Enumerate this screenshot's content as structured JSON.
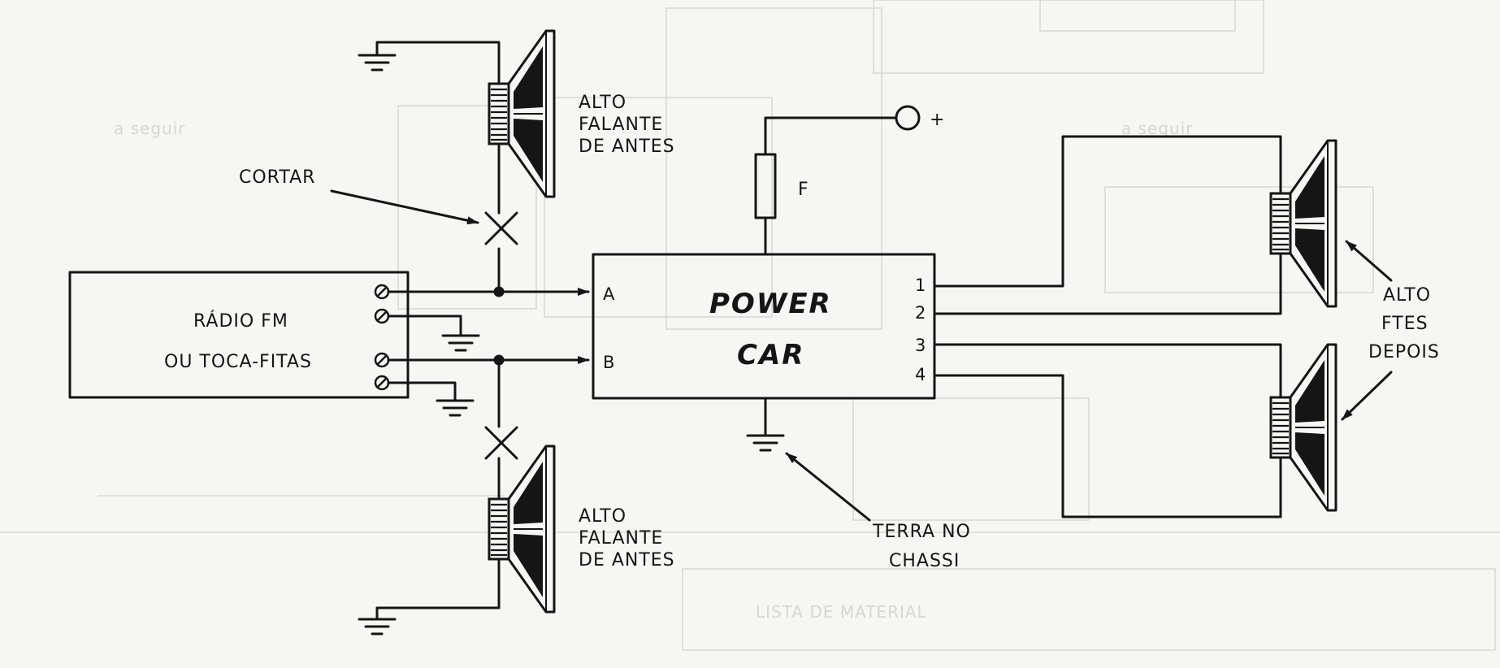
{
  "diagram": {
    "radio_label_line1": "RÁDIO FM",
    "radio_label_line2": "OU TOCA-FITAS",
    "amp_title_line1": "POWER",
    "amp_title_line2": "CAR",
    "amp_inputs": [
      "A",
      "B"
    ],
    "amp_outputs": [
      "1",
      "2",
      "3",
      "4"
    ],
    "fuse_label": "F",
    "plus_label": "+",
    "cut_label": "CORTAR",
    "ground_label_line1": "TERRA NO",
    "ground_label_line2": "CHASSI",
    "old_speaker_top": [
      "ALTO",
      "FALANTE",
      "DE ANTES"
    ],
    "old_speaker_bottom": [
      "ALTO",
      "FALANTE",
      "DE ANTES"
    ],
    "new_speakers": [
      "ALTO",
      "FTES",
      "DEPOIS"
    ]
  },
  "colors": {
    "ink": "#151515",
    "paper": "#f6f6f4",
    "ghost": "#d9d9d6"
  }
}
